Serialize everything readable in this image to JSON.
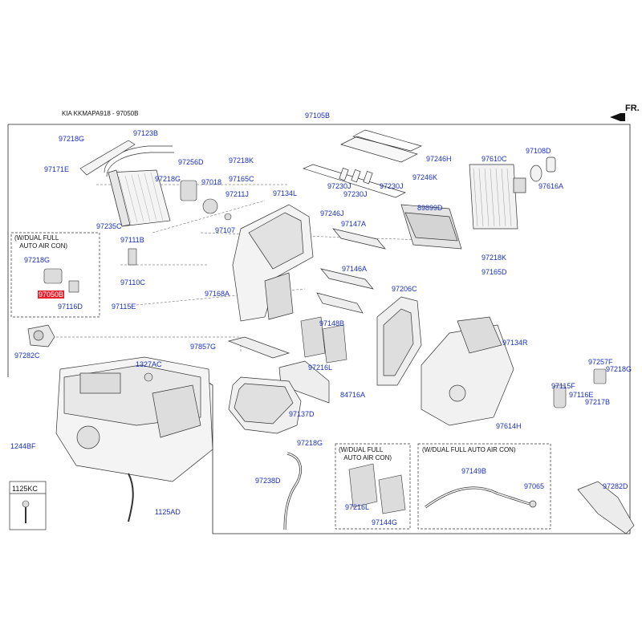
{
  "header": {
    "title": "KIA KKMAPA918 - 97050B",
    "front_label": "FR."
  },
  "frame": {
    "main_part": "97105B",
    "dual_full_left": "(W/DUAL FULL\n   AUTO AIR CON)",
    "dual_full_mid": "(W/DUAL FULL\n   AUTO AIR CON)",
    "dual_full_right": "(W/DUAL FULL AUTO AIR CON)"
  },
  "highlight_part": "97050B",
  "parts": [
    "97218G",
    "97123B",
    "97171E",
    "97256D",
    "97218G",
    "97018",
    "97218K",
    "97165C",
    "97211J",
    "97134L",
    "97246H",
    "97230J",
    "97230J",
    "97246K",
    "97230J",
    "97246J",
    "97610C",
    "97108D",
    "97616A",
    "89899D",
    "97235C",
    "97111B",
    "97218G",
    "97110C",
    "97116D",
    "97115E",
    "97107",
    "97147A",
    "97218K",
    "97165D",
    "97146A",
    "97168A",
    "97206C",
    "97148B",
    "97282C",
    "97857G",
    "97216L",
    "97134R",
    "1327AC",
    "97257F",
    "97218G",
    "97115F",
    "97116E",
    "97217B",
    "84716A",
    "97137D",
    "97614H",
    "1244BF",
    "97218G",
    "97238D",
    "97216L",
    "97144G",
    "97149B",
    "97065",
    "97282D",
    "1125KC",
    "1125AD"
  ]
}
